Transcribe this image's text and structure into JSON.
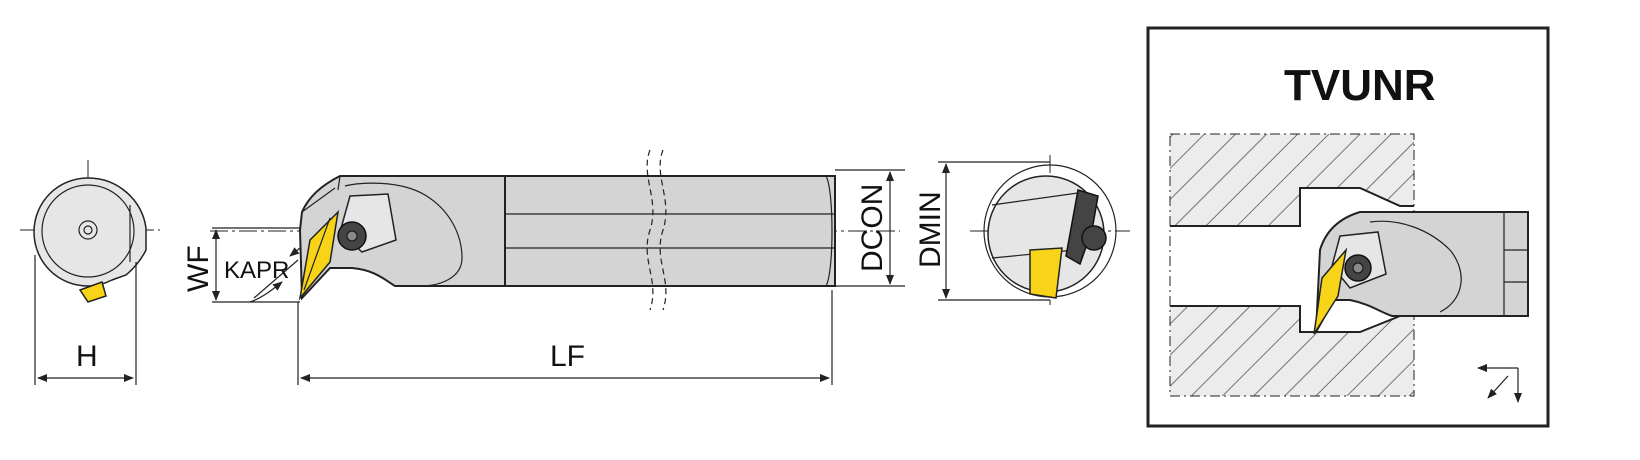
{
  "title": "TVUNR",
  "dimensions": {
    "h": "H",
    "wf": "WF",
    "kapr": "KAPR",
    "lf": "LF",
    "dcon": "DCON",
    "dmin": "DMIN"
  },
  "colors": {
    "insert": "#f7d417",
    "body": "#d4d4d4",
    "outline": "#222222"
  }
}
